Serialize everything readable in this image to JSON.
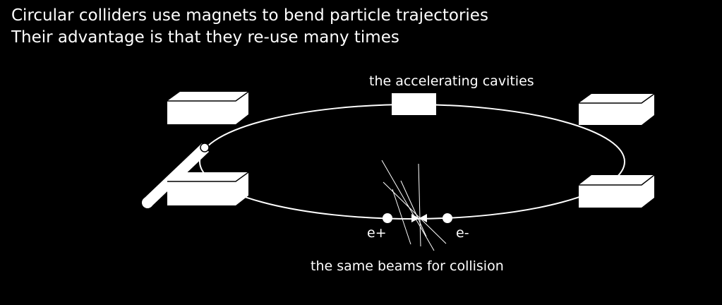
{
  "header": {
    "line1": "Circular colliders use magnets to bend particle trajectories",
    "line2": "Their advantage is that they re-use many times"
  },
  "labels": {
    "cavities": "the accelerating cavities",
    "positron": "e+",
    "electron": "e-",
    "collision": "the same beams for collision"
  },
  "colors": {
    "background": "#000000",
    "foreground": "#ffffff"
  }
}
